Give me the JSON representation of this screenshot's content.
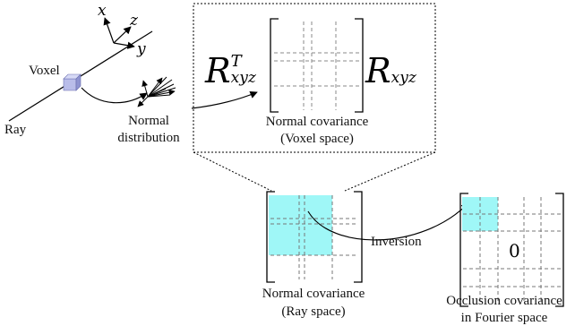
{
  "axes": {
    "x": "x",
    "y": "y",
    "z": "z"
  },
  "labels": {
    "voxel": "Voxel",
    "ray": "Ray",
    "normal_distribution_1": "Normal",
    "normal_distribution_2": "distribution",
    "normal_cov_voxel_1": "Normal covariance",
    "normal_cov_voxel_2": "(Voxel space)",
    "inversion": "Inversion",
    "normal_cov_ray_1": "Normal covariance",
    "normal_cov_ray_2": "(Ray space)",
    "occlusion_cov_1": "Occlusion covariance",
    "occlusion_cov_2": "in Fourier space",
    "zero": "0"
  },
  "math": {
    "r_left_base": "R",
    "r_left_sup": "T",
    "r_left_sub": "xyz",
    "r_right_base": "R",
    "r_right_sub": "xyz"
  },
  "colors": {
    "highlight": "#9ff7f7",
    "voxel_front": "#b9bde9",
    "voxel_top": "#d6d9f5",
    "voxel_side": "#8f94d0",
    "grid_dash": "#888888"
  }
}
